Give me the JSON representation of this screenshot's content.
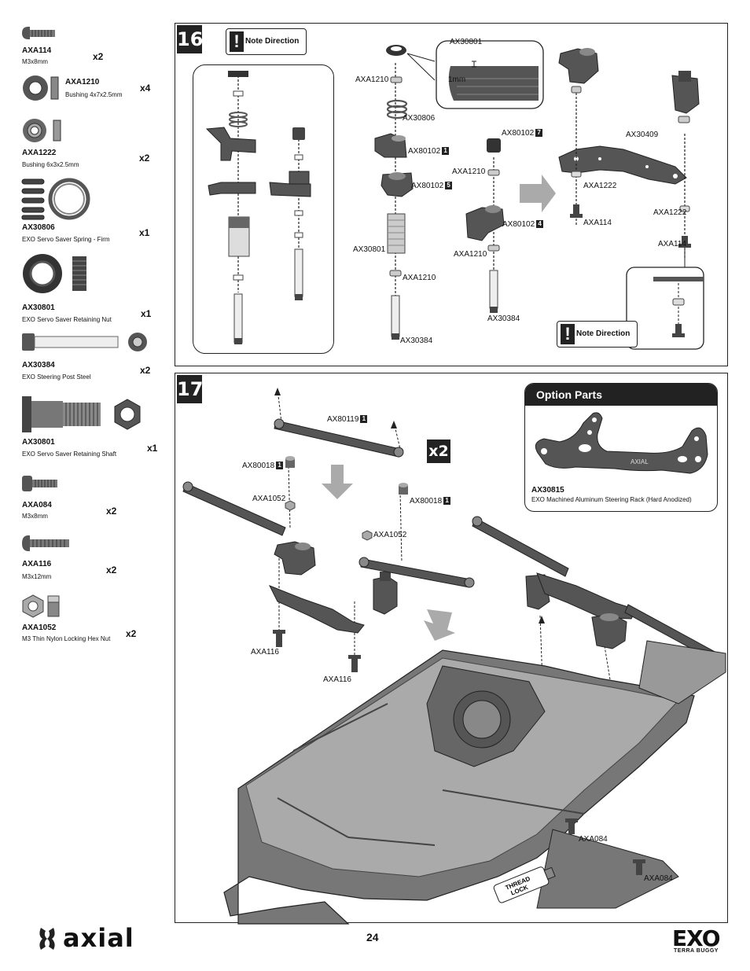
{
  "sidebar": {
    "parts": [
      {
        "code": "AXA114",
        "desc": "M3x8mm",
        "qty": "x2",
        "icon": "button-head-screw-icon"
      },
      {
        "code": "AXA1210",
        "desc": "Bushing 4x7x2.5mm",
        "qty": "x4",
        "icon": "bushing-icon"
      },
      {
        "code": "AXA1222",
        "desc": "Bushing 6x3x2.5mm",
        "qty": "x2",
        "icon": "bushing-icon"
      },
      {
        "code": "AX30806",
        "desc": "EXO Servo Saver Spring - Firm",
        "qty": "x1",
        "icon": "spring-icon"
      },
      {
        "code": "AX30801",
        "desc": "EXO Servo Saver Retaining Nut",
        "qty": "x1",
        "icon": "retaining-nut-icon"
      },
      {
        "code": "AX30384",
        "desc": "EXO Steering Post Steel",
        "qty": "x2",
        "icon": "steering-post-icon"
      },
      {
        "code": "AX30801",
        "desc": "EXO Servo Saver Retaining Shaft",
        "qty": "x1",
        "icon": "retaining-shaft-icon"
      },
      {
        "code": "AXA084",
        "desc": "M3x8mm",
        "qty": "x2",
        "icon": "cap-head-screw-icon"
      },
      {
        "code": "AXA116",
        "desc": "M3x12mm",
        "qty": "x2",
        "icon": "button-head-screw-icon"
      },
      {
        "code": "AXA1052",
        "desc": "M3 Thin Nylon Locking Hex Nut",
        "qty": "x2",
        "icon": "hex-nut-icon"
      }
    ]
  },
  "step16": {
    "number": "16",
    "note_top": "Note Direction",
    "note_bottom": "Note Direction",
    "zoom_label": "1mm",
    "labels": {
      "l1": "AX30801",
      "l2": "AXA1210",
      "l3": "AX30806",
      "l4": "AX80102",
      "l4b": "1",
      "l5": "AX80102",
      "l5b": "5",
      "l6": "AX30801",
      "l7": "AXA1210",
      "l8": "AX30384",
      "l9": "AX80102",
      "l9b": "7",
      "l10": "AXA1210",
      "l11": "AX80102",
      "l11b": "4",
      "l12": "AXA1210",
      "l13": "AX30384",
      "l14": "AX30409",
      "l15": "AXA1222",
      "l16": "AXA114",
      "l17": "AXA1222",
      "l18": "AXA114"
    }
  },
  "step17": {
    "number": "17",
    "multiplier": "x2",
    "labels": {
      "a1": "AX80119",
      "a1b": "1",
      "a2": "AX80018",
      "a2b": "1",
      "a3": "AX80018",
      "a3b": "1",
      "a4": "AXA1052",
      "a5": "AXA1052",
      "a6": "AXA116",
      "a7": "AXA116",
      "a8": "AXA084",
      "a9": "AXA084"
    },
    "thread_lock": [
      "THREAD",
      "LOCK"
    ],
    "option": {
      "title": "Option Parts",
      "code": "AX30815",
      "desc": "EXO Machined Aluminum Steering Rack (Hard Anodized)",
      "engraving": "AXIAL"
    }
  },
  "footer": {
    "brand": "axial",
    "page": "24",
    "product": "EXO",
    "product_sub": "TERRA BUGGY"
  },
  "colors": {
    "part_gray": "#555555",
    "arrow_gray": "#aaaaaa",
    "dark": "#222222"
  }
}
